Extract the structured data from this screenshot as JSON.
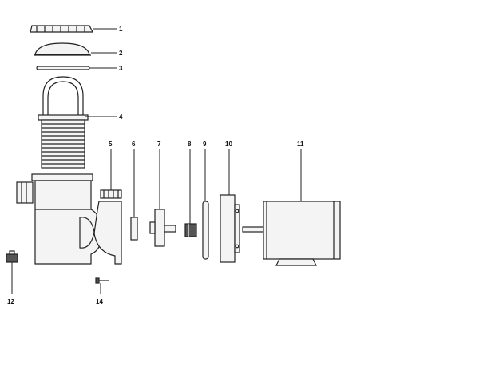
{
  "callouts": {
    "c1": "1",
    "c2": "2",
    "c3": "3",
    "c4": "4",
    "c5": "5",
    "c6": "6",
    "c7": "7",
    "c8": "8",
    "c9": "9",
    "c10": "10",
    "c11": "11",
    "c12": "12",
    "c14": "14"
  },
  "colors": {
    "line": "#222222",
    "background": "#ffffff"
  }
}
